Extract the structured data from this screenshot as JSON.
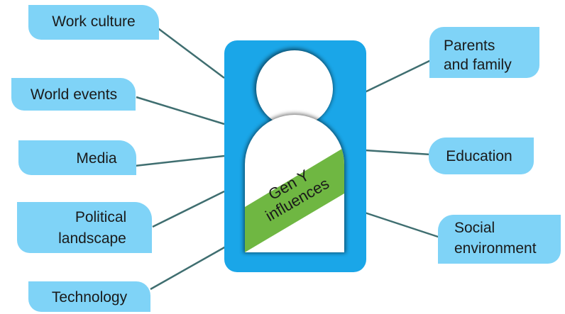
{
  "diagram": {
    "center": {
      "banner_line1": "Gen Y",
      "banner_line2": "influences"
    },
    "left_labels": {
      "work_culture": "Work culture",
      "world_events": "World events",
      "media": "Media",
      "political_line1": "Political",
      "political_line2": "landscape",
      "technology": "Technology"
    },
    "right_labels": {
      "parents_line1": "Parents",
      "parents_line2": "and family",
      "education": "Education",
      "social_line1": "Social",
      "social_line2": "environment"
    },
    "colors": {
      "frame": "#1aa6e8",
      "label_fill": "#7fd3f7",
      "banner": "#6fb742",
      "connector": "#3f6e70",
      "figure_bg": "#ffffff"
    }
  }
}
